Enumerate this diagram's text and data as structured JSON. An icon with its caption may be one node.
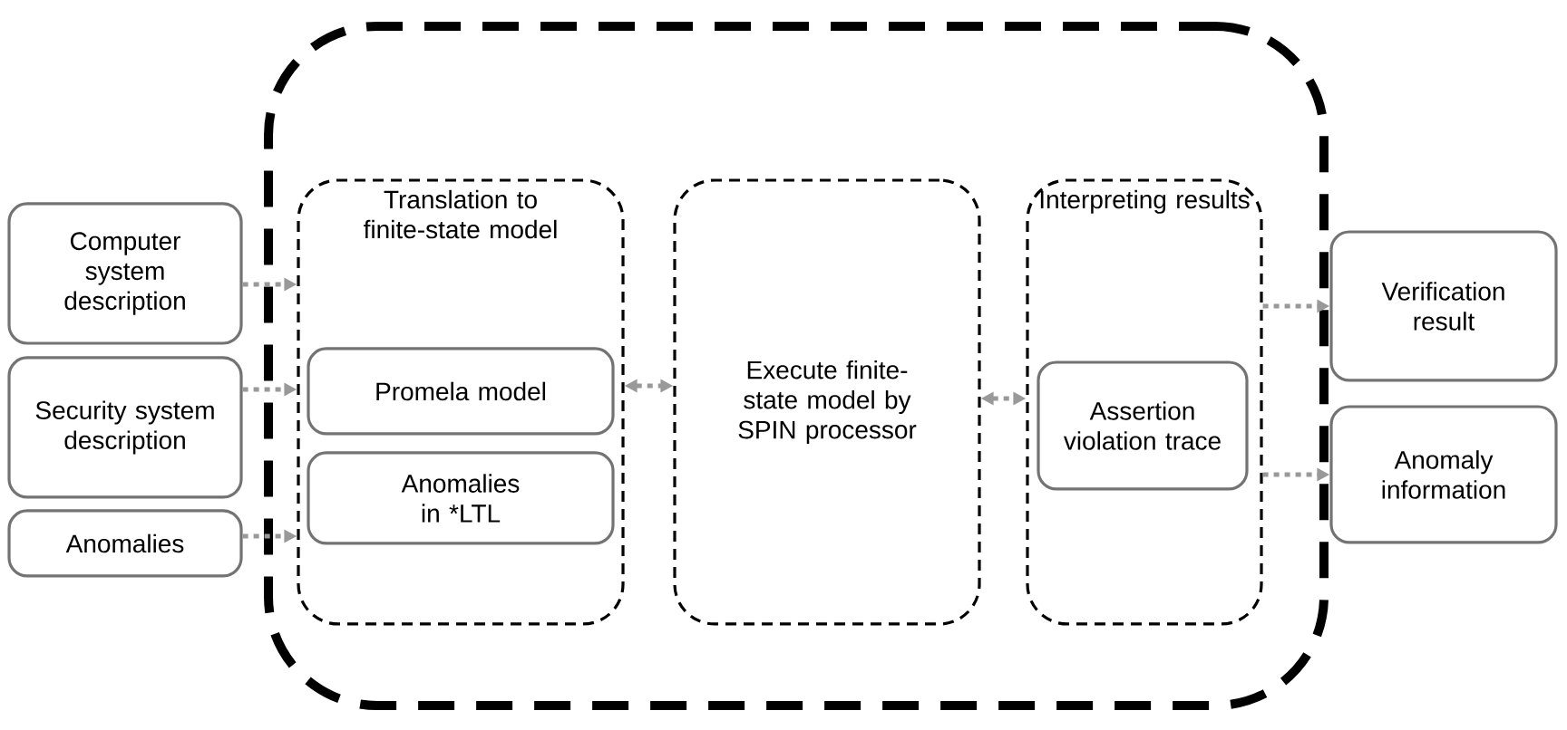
{
  "diagram": {
    "nodes": [
      {
        "text": [],
        "shape": "box"
      },
      {
        "text": [
          "Computer system description"
        ]
      },
      {
        "text": [
          "Security system description"
        ]
      },
      {
        "text": [
          "Anomalies"
        ]
      },
      {
        "text": [
          "Translation to finite-state model"
        ],
        "in": 0
      },
      {
        "text": [
          "Promela model"
        ],
        "in": 4
      },
      {
        "text": [
          "Anomalies in *LTL"
        ],
        "in": 4
      },
      {
        "text": [
          "Execute finite-state model by SPIN processor"
        ],
        "in": 0
      },
      {
        "text": [
          "Interpreting results"
        ],
        "in": 0
      },
      {
        "text": [
          "Assertion violation trace"
        ],
        "in": 8
      },
      {
        "text": [
          "Verification result"
        ]
      },
      {
        "text": [
          "Anomaly information"
        ]
      }
    ],
    "edges": [
      {
        "from": 1,
        "to": 4,
        "arrow": "to"
      },
      {
        "from": 2,
        "to": 4,
        "arrow": "to"
      },
      {
        "from": 3,
        "to": 4,
        "arrow": "to"
      },
      {
        "from": 4,
        "to": 7,
        "arrow": "both"
      },
      {
        "from": 7,
        "to": 8,
        "arrow": "both"
      },
      {
        "from": 8,
        "to": 10,
        "arrow": "to"
      },
      {
        "from": 8,
        "to": 11,
        "arrow": "to"
      }
    ]
  }
}
